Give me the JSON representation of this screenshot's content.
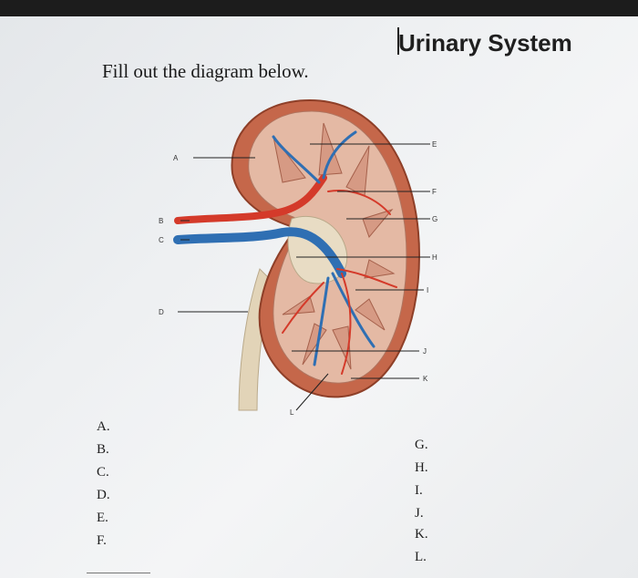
{
  "header": {
    "title": "Urinary System"
  },
  "instruction": "Fill out the diagram below.",
  "diagram": {
    "labels": {
      "A": "A",
      "B": "B",
      "C": "C",
      "D": "D",
      "E": "E",
      "F": "F",
      "G": "G",
      "H": "H",
      "I": "I",
      "J": "J",
      "K": "K",
      "L": "L"
    }
  },
  "answers_left": [
    "A.",
    "B.",
    "C.",
    "D.",
    "E.",
    "F."
  ],
  "answers_right": [
    "G.",
    "H.",
    "I.",
    "J.",
    "K.",
    "L."
  ]
}
